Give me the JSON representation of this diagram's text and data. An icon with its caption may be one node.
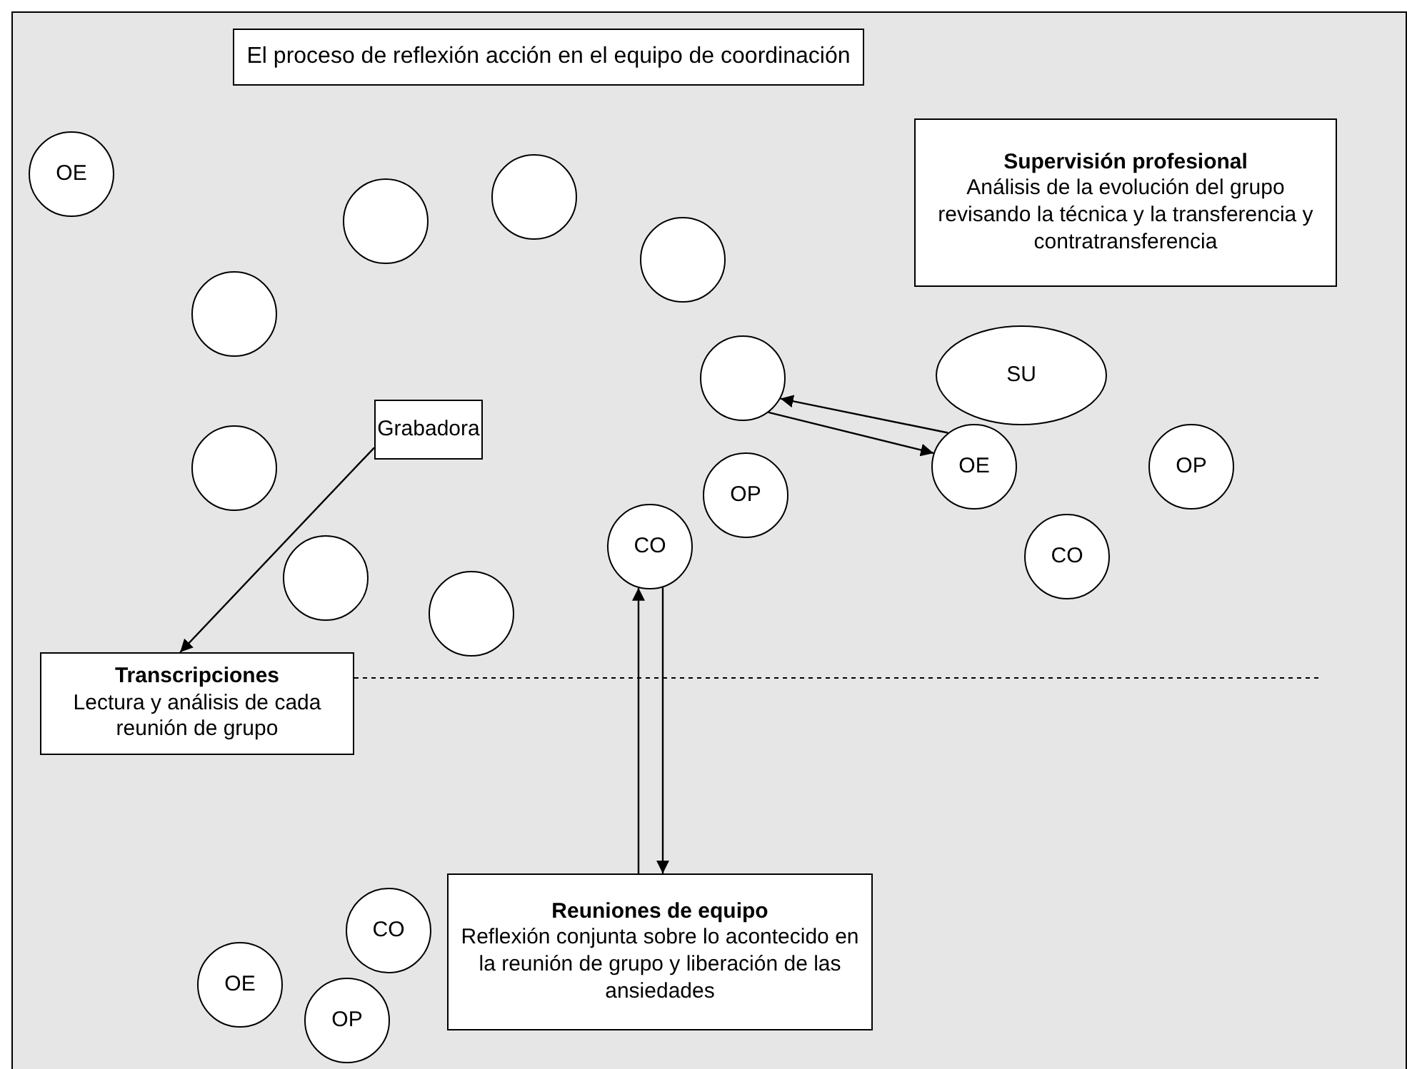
{
  "diagram": {
    "title": "El proceso de reflexión acción en el equipo de coordinación",
    "nodes": [
      {
        "text": [
          "OE"
        ]
      },
      {
        "text": [
          "Supervisión profesional",
          "Análisis de la evolución del grupo revisando la técnica y la transferencia y contratransferencia"
        ]
      },
      {
        "text": [],
        "shape": "circle"
      },
      {
        "text": [],
        "shape": "circle"
      },
      {
        "text": [],
        "shape": "circle"
      },
      {
        "text": [],
        "shape": "circle"
      },
      {
        "text": [],
        "shape": "circle"
      },
      {
        "text": [
          "SU"
        ]
      },
      {
        "text": [
          "Grabadora"
        ]
      },
      {
        "text": [],
        "shape": "circle"
      },
      {
        "text": [
          "OE"
        ]
      },
      {
        "text": [
          "OP"
        ]
      },
      {
        "text": [
          "OP"
        ]
      },
      {
        "text": [
          "CO"
        ]
      },
      {
        "text": [],
        "shape": "circle"
      },
      {
        "text": [
          "CO"
        ]
      },
      {
        "text": [],
        "shape": "circle"
      },
      {
        "text": [
          "Transcripciones",
          "Lectura y análisis de cada reunión de grupo"
        ]
      },
      {
        "text": [
          "CO"
        ]
      },
      {
        "text": [
          "OE"
        ]
      },
      {
        "text": [
          "Reuniones de equipo",
          "Reflexión conjunta sobre lo acontecido en la reunión de grupo y liberación de las ansiedades"
        ]
      },
      {
        "text": [
          "OP"
        ]
      }
    ],
    "edges": [
      {
        "from": 8,
        "to": 17,
        "arrow": "to"
      },
      {
        "from": 10,
        "to": 6,
        "arrow": "to"
      },
      {
        "from": 6,
        "to": 10,
        "arrow": "to"
      },
      {
        "from": 20,
        "to": 15,
        "arrow": "to"
      },
      {
        "from": 15,
        "to": 20,
        "arrow": "to"
      }
    ]
  }
}
